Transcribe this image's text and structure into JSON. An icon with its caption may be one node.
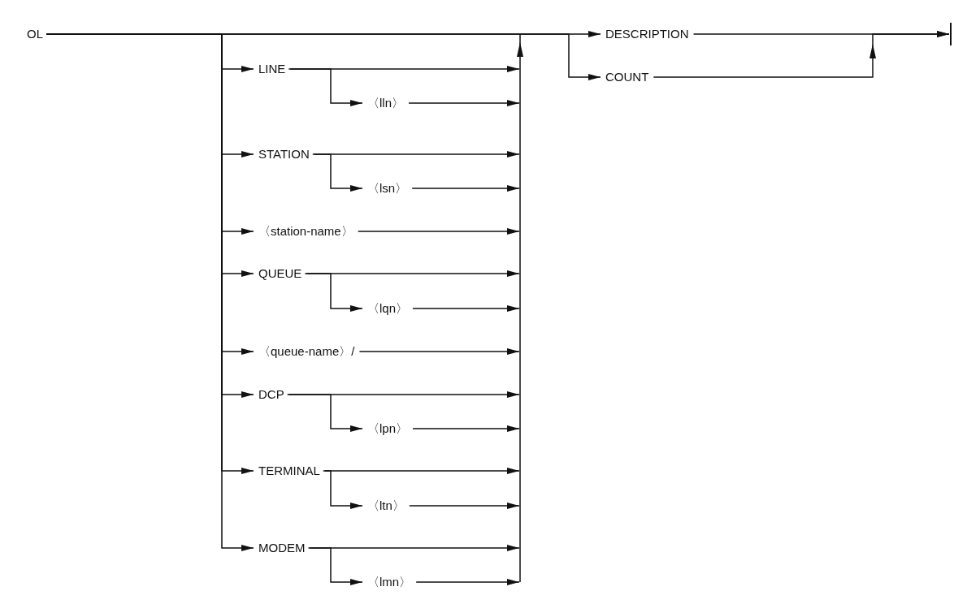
{
  "diagram": {
    "nodes": [
      {
        "text": [
          "OL"
        ]
      },
      {
        "text": [
          "LINE"
        ]
      },
      {
        "text": [
          "〈lln〉"
        ]
      },
      {
        "text": [
          "STATION"
        ]
      },
      {
        "text": [
          "〈lsn〉"
        ]
      },
      {
        "text": [
          "〈station-name〉"
        ]
      },
      {
        "text": [
          "QUEUE"
        ]
      },
      {
        "text": [
          "〈lqn〉"
        ]
      },
      {
        "text": [
          "〈queue-name〉/"
        ]
      },
      {
        "text": [
          "DCP"
        ]
      },
      {
        "text": [
          "〈lpn〉"
        ]
      },
      {
        "text": [
          "TERMINAL"
        ]
      },
      {
        "text": [
          "〈ltn〉"
        ]
      },
      {
        "text": [
          "MODEM"
        ]
      },
      {
        "text": [
          "〈lmn〉"
        ]
      },
      {
        "text": [
          "DESCRIPTION"
        ]
      },
      {
        "text": [
          "COUNT"
        ]
      },
      {
        "text": [],
        "shape": "bar"
      }
    ],
    "edges": [
      {
        "from": 0,
        "to": 1,
        "arrow": "to"
      },
      {
        "from": 0,
        "to": 3,
        "arrow": "to"
      },
      {
        "from": 0,
        "to": 5,
        "arrow": "to"
      },
      {
        "from": 0,
        "to": 6,
        "arrow": "to"
      },
      {
        "from": 0,
        "to": 8,
        "arrow": "to"
      },
      {
        "from": 0,
        "to": 9,
        "arrow": "to"
      },
      {
        "from": 0,
        "to": 11,
        "arrow": "to"
      },
      {
        "from": 0,
        "to": 13,
        "arrow": "to"
      },
      {
        "from": 1,
        "to": 2,
        "arrow": "to"
      },
      {
        "from": 3,
        "to": 4,
        "arrow": "to"
      },
      {
        "from": 6,
        "to": 7,
        "arrow": "to"
      },
      {
        "from": 9,
        "to": 10,
        "arrow": "to"
      },
      {
        "from": 11,
        "to": 12,
        "arrow": "to"
      },
      {
        "from": 13,
        "to": 14,
        "arrow": "to"
      },
      {
        "from": 1,
        "to": null,
        "arrow": "to"
      },
      {
        "from": 2,
        "to": null,
        "arrow": "to"
      },
      {
        "from": 3,
        "to": null,
        "arrow": "to"
      },
      {
        "from": 4,
        "to": null,
        "arrow": "to"
      },
      {
        "from": 5,
        "to": null,
        "arrow": "to"
      },
      {
        "from": 6,
        "to": null,
        "arrow": "to"
      },
      {
        "from": 7,
        "to": null,
        "arrow": "to"
      },
      {
        "from": 8,
        "to": null,
        "arrow": "to"
      },
      {
        "from": 9,
        "to": null,
        "arrow": "to"
      },
      {
        "from": 10,
        "to": null,
        "arrow": "to"
      },
      {
        "from": 11,
        "to": null,
        "arrow": "to"
      },
      {
        "from": 12,
        "to": null,
        "arrow": "to"
      },
      {
        "from": 13,
        "to": null,
        "arrow": "to"
      },
      {
        "from": 14,
        "to": null,
        "arrow": "to"
      },
      {
        "from": 0,
        "to": 15,
        "arrow": "to"
      },
      {
        "from": 0,
        "to": 16,
        "arrow": "to"
      },
      {
        "from": 15,
        "to": 17,
        "arrow": "to"
      },
      {
        "from": 16,
        "to": 17,
        "arrow": "to"
      }
    ]
  }
}
